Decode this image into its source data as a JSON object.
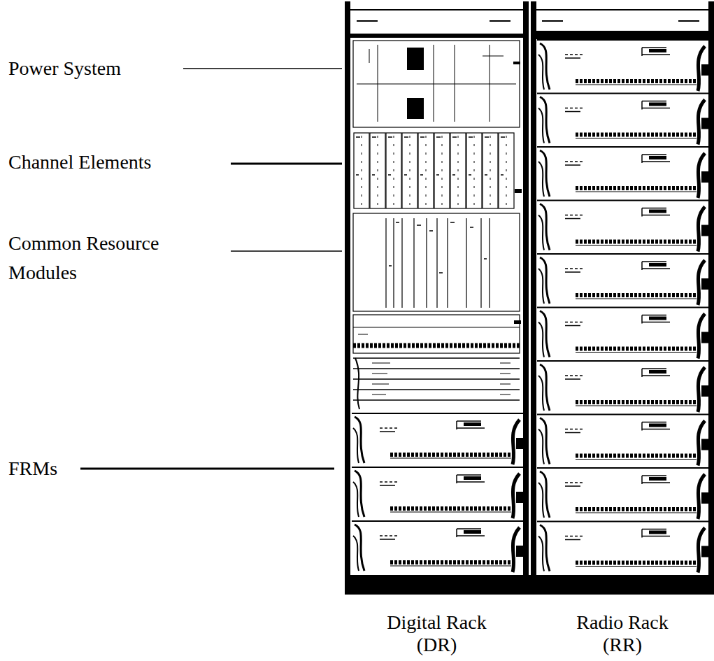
{
  "diagram": {
    "nodes": [
      {
        "text": [
          "Digital Rack (DR)"
        ]
      },
      {
        "text": [
          "Radio Rack (RR)"
        ]
      }
    ],
    "labels": [
      "Power System",
      "Channel Elements",
      "Common Resource Modules",
      "FRMs"
    ]
  }
}
